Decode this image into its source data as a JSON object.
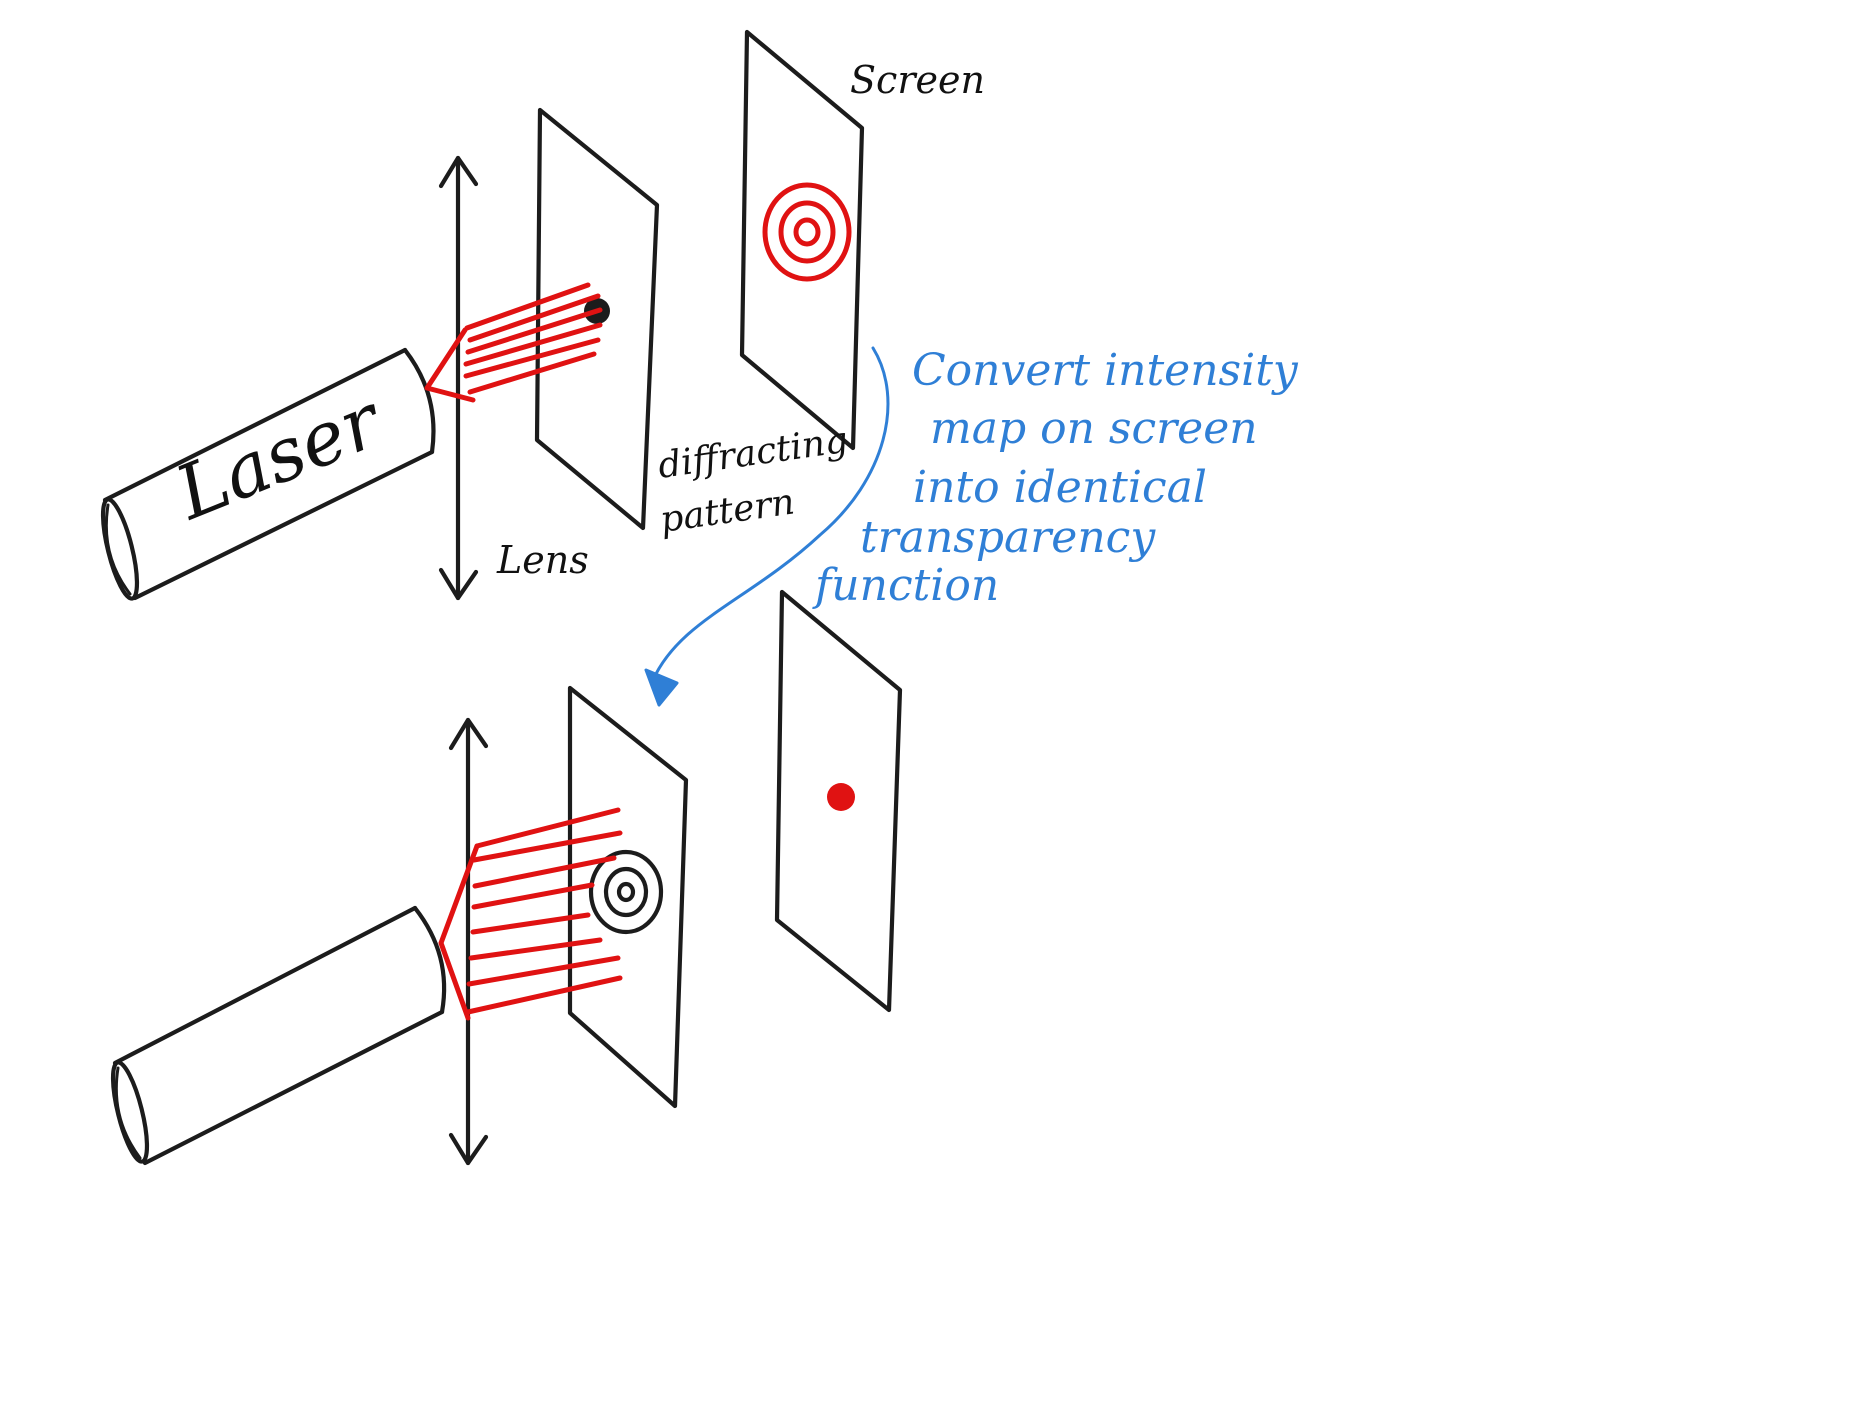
{
  "labels": {
    "screen": "Screen",
    "laser": "Laser",
    "lens": "Lens",
    "pattern_line1": "diffracting",
    "pattern_line2": "pattern",
    "note_line1": "Convert intensity",
    "note_line2": "map on screen",
    "note_line3": "into identical",
    "note_line4": "transparency",
    "note_line5": "function"
  },
  "colors": {
    "pencil": "#1c1c1c",
    "laser_beam": "#e01212",
    "annotation": "#2f7fd6"
  }
}
